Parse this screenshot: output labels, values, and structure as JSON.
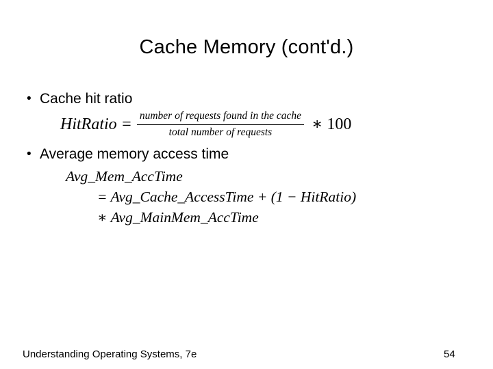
{
  "slide": {
    "title": "Cache Memory (cont'd.)",
    "background_color": "#ffffff",
    "text_color": "#000000",
    "bullet_glyph": "•"
  },
  "bullets": [
    {
      "label": "Cache hit ratio"
    },
    {
      "label": "Average memory access time"
    }
  ],
  "equations": {
    "hit_ratio": {
      "lhs": "HitRatio =",
      "numerator": "number of requests found in the cache",
      "denominator": "total number of requests",
      "multiplier_operator": "∗",
      "multiplier_value": "100",
      "rhs": "∗ 100"
    },
    "avg_mem_access_time": {
      "line1": "Avg_Mem_AccTime",
      "line2": "= Avg_Cache_AccessTime + (1 − HitRatio)",
      "line3": "∗ Avg_MainMem_AccTime"
    }
  },
  "footer": {
    "source": "Understanding Operating Systems, 7e",
    "page_number": "54"
  }
}
